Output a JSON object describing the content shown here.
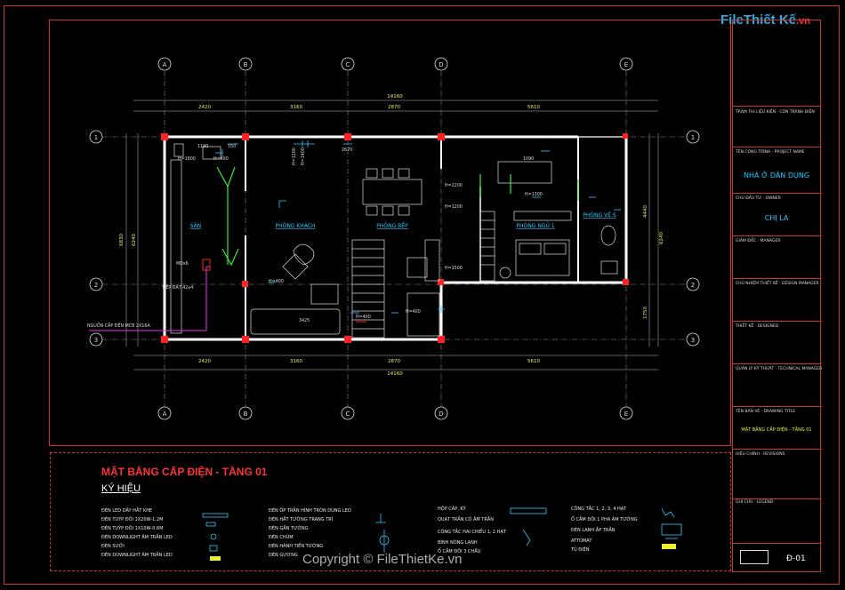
{
  "watermark": {
    "brand": "FileThiết Kế",
    "tld": ".vn",
    "copyright": "Copyright © FileThietKe.vn"
  },
  "plan": {
    "grid_cols": [
      "A",
      "B",
      "C",
      "D",
      "E"
    ],
    "grid_rows": [
      "1",
      "2",
      "3"
    ],
    "top_dims": [
      "2420",
      "3160",
      "2870",
      "5610"
    ],
    "total_dim": "14160",
    "bottom_dims": [
      "2420",
      "3160",
      "2870",
      "5610"
    ],
    "side_dims_left": [
      "6830",
      "6240"
    ],
    "side_dims_right": [
      "4440",
      "6240",
      "1750"
    ],
    "rooms": {
      "san": "SÂN",
      "phong_khach": "PHÒNG KHÁCH",
      "phong_bep": "PHÒNG BẾP",
      "phong_ngu": "PHÒNG NGỦ 1",
      "phong_ve_sinh": "PHÒNG VỆ S"
    },
    "notes": {
      "h1800": "H=1800",
      "h400a": "H=400",
      "h1200": "H=1200",
      "h1400": "H=1400",
      "h2200": "H=2200",
      "h1200b": "H=1200",
      "h1300": "H=1300",
      "h1500": "H=1500",
      "h400b": "H=400",
      "h400c": "H=400",
      "h400d": "H=400",
      "nguon": "NGUỒN CẤP ĐẾN MCB 2X16A",
      "tiep_dat": "TIẾP ĐẤT 42x4",
      "md": "MDx6",
      "d3425": "3425",
      "d1190": "1190",
      "d550": "550",
      "d2670": "2670",
      "d1090": "1090"
    }
  },
  "title_block": {
    "r1_label": "TRẠM THI LIỆU KIỆN · CÔN TRÀNH ĐIỆN",
    "r2_label": "TÊN CÔNG TRÌNH · PROJECT NAME",
    "project_name": "NHÀ Ở DÂN DỤNG",
    "r3_label": "CHỦ ĐẦU TƯ · OWNER",
    "owner": "CHỊ LA",
    "r4_label": "GIÁM ĐỐC · MANAGER",
    "r5_label": "CHỦ NHIỆM THIẾT KẾ · DESIGN MANAGER",
    "r6_label": "THIẾT KẾ · DESIGNED",
    "r7_label": "QUẢN LÝ KỸ THUẬT · TECHNICAL MANAGER",
    "r8_label": "TÊN BẢN VẼ · DRAWING TITLE",
    "drawing_title": "MẶT BẰNG CẤP ĐIỆN - TẦNG 01",
    "r9_label": "HIỆU CHỈNH · REVISIONS",
    "r10_label": "GHI CHÚ · LEGEND",
    "drawing_no": "Đ-01"
  },
  "legend": {
    "title": "MẶT BẰNG CẤP ĐIỆN - TẦNG 01",
    "subtitle": "KÝ HIỆU",
    "col1": [
      "ĐÈN LED DÂY HẮT KHE",
      "ĐÈN TUÝP ĐÔI 1X20W-1.2M",
      "ĐÈN TUÝP ĐÔI 1X10W-0.6M",
      "ĐÈN DOWNLIGHT ÂM TRẦN LED",
      "ĐÈN SƯỞI",
      "ĐÈN DOWNLIGHT ÂM TRẦN LED"
    ],
    "col2": [
      "ĐÈN ỐP TRẦN HÌNH TRÒN DÙNG LED",
      "ĐÈN HẮT TƯỜNG TRANG TRÍ",
      "ĐÈN GẮN TƯỜNG",
      "ĐÈN CHÙM",
      "ĐÈN HÀNH TIẾN TƯỜNG",
      "ĐÈN GƯƠNG"
    ],
    "col3": [
      "HỘP CÁP, KỸ",
      "QUẠT TRẦN CÓ ÂM TRẦN",
      "CÔNG TẮC HAI CHIỀU 1, 2 HẠT",
      "BÌNH NÓNG LẠNH",
      "Ổ CẮM ĐÔI 3 CHẤU"
    ],
    "col4": [
      "CÔNG TẮC 1, 2, 3, 4 HẠT",
      "Ổ CẮM ĐÔI 1 PHA ÂM TƯỜNG",
      "ĐÈN LANH ẮP TRẦN",
      "ATTOMAT",
      "TỦ ĐIỆN"
    ]
  },
  "colors": {
    "wall": "#ffffff",
    "border": "#cc3333",
    "dim": "#ffff00",
    "cyan": "#22ccff",
    "green": "#33ee33",
    "magenta": "#ee33ee",
    "red": "#ff2222"
  }
}
